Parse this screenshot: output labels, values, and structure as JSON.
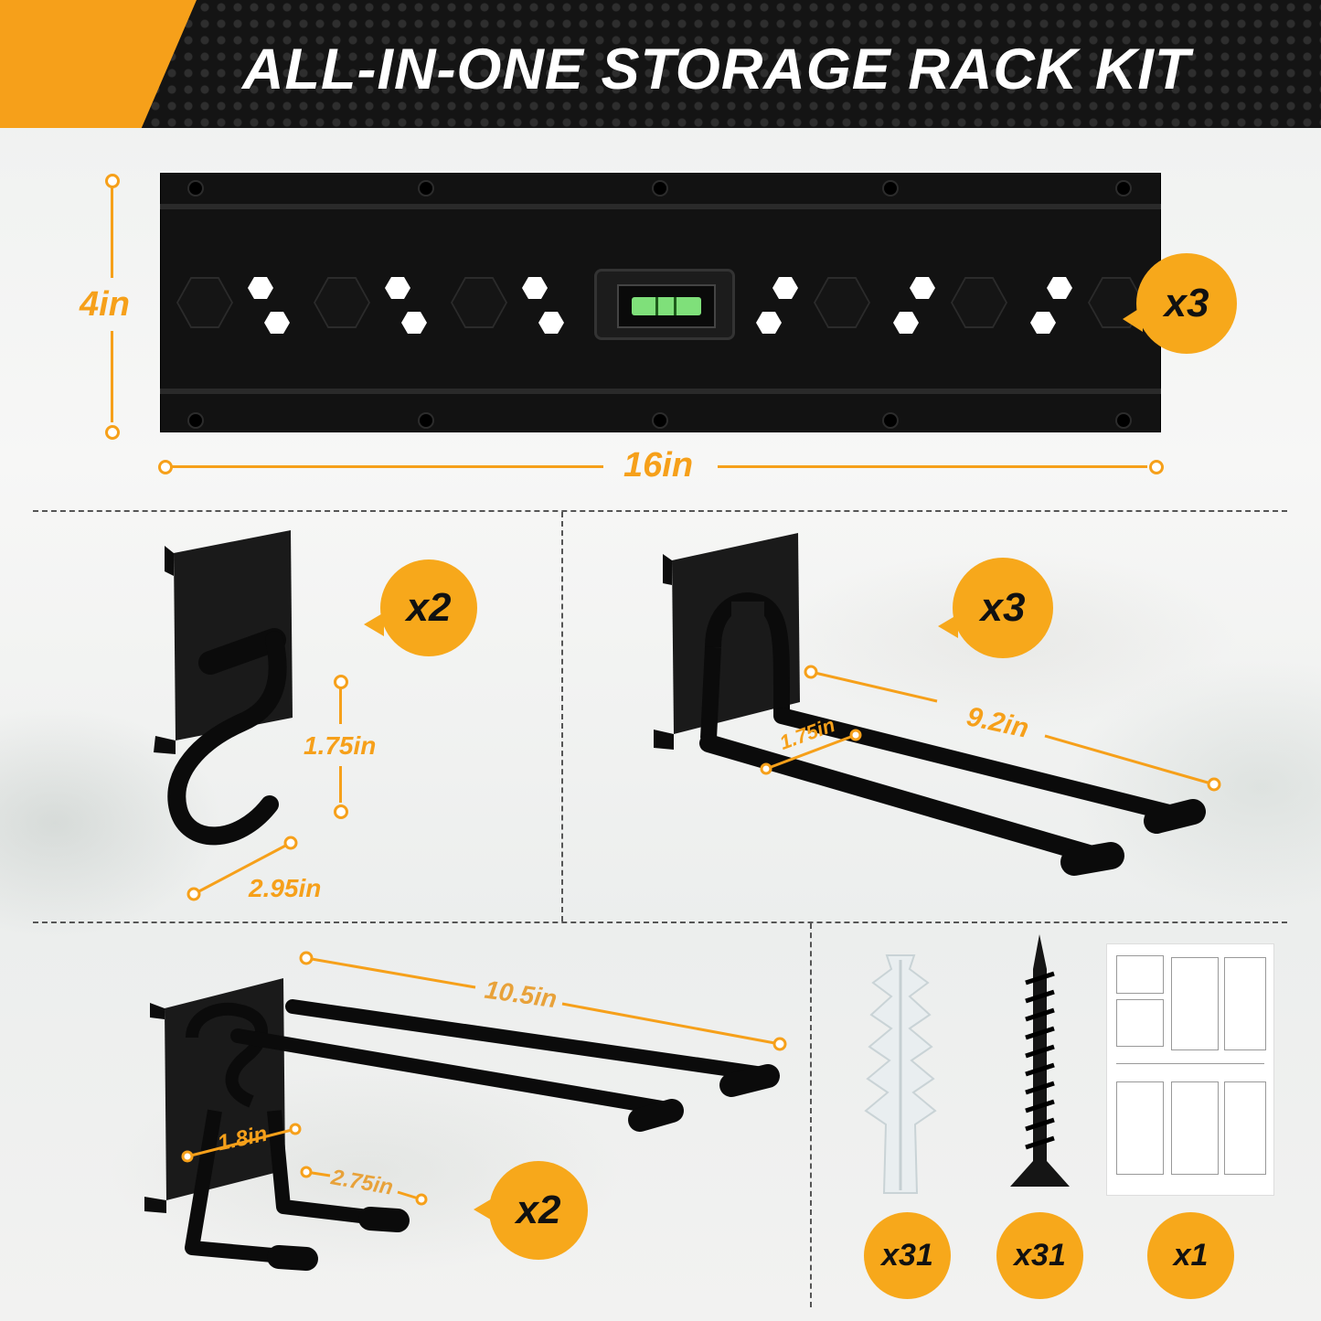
{
  "header": {
    "title": "ALL-IN-ONE STORAGE RACK KIT"
  },
  "rail": {
    "height_label": "4in",
    "width_label": "16in",
    "quantity": "x3"
  },
  "s_hook": {
    "quantity": "x2",
    "height_label": "1.75in",
    "depth_label": "2.95in"
  },
  "double_hook": {
    "quantity": "x3",
    "length_label": "9.2in",
    "width_label": "1.75in"
  },
  "tool_hook": {
    "quantity": "x2",
    "length_label": "10.5in",
    "width_label": "1.8in",
    "depth_label": "2.75in"
  },
  "hardware": {
    "anchor_quantity": "x31",
    "screw_quantity": "x31",
    "manual_quantity": "x1"
  },
  "colors": {
    "accent": "#f6a01a",
    "dark": "#141414"
  }
}
